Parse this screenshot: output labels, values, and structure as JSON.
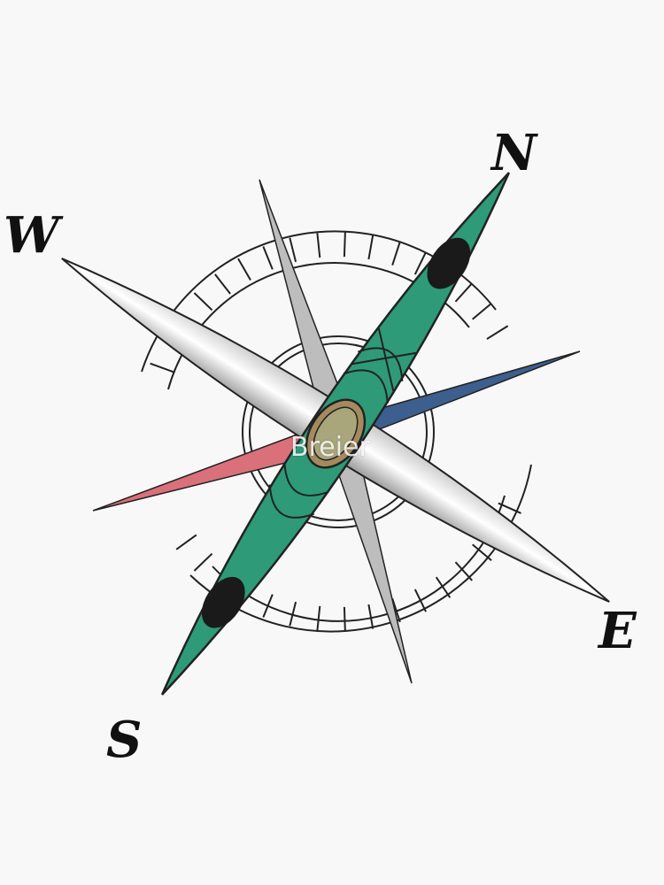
{
  "watermark": "Breier",
  "compass": {
    "north": "N",
    "east": "E",
    "south": "S",
    "west": "W"
  },
  "colors": {
    "background": "#f8f8f8",
    "kayak": "#2e9a78",
    "needle_silver": "#dcdcdc",
    "needle_blue": "#3d5f8f",
    "needle_red": "#d9707a",
    "cockpit": "#8a7250",
    "hatch": "#1a1a1a"
  }
}
